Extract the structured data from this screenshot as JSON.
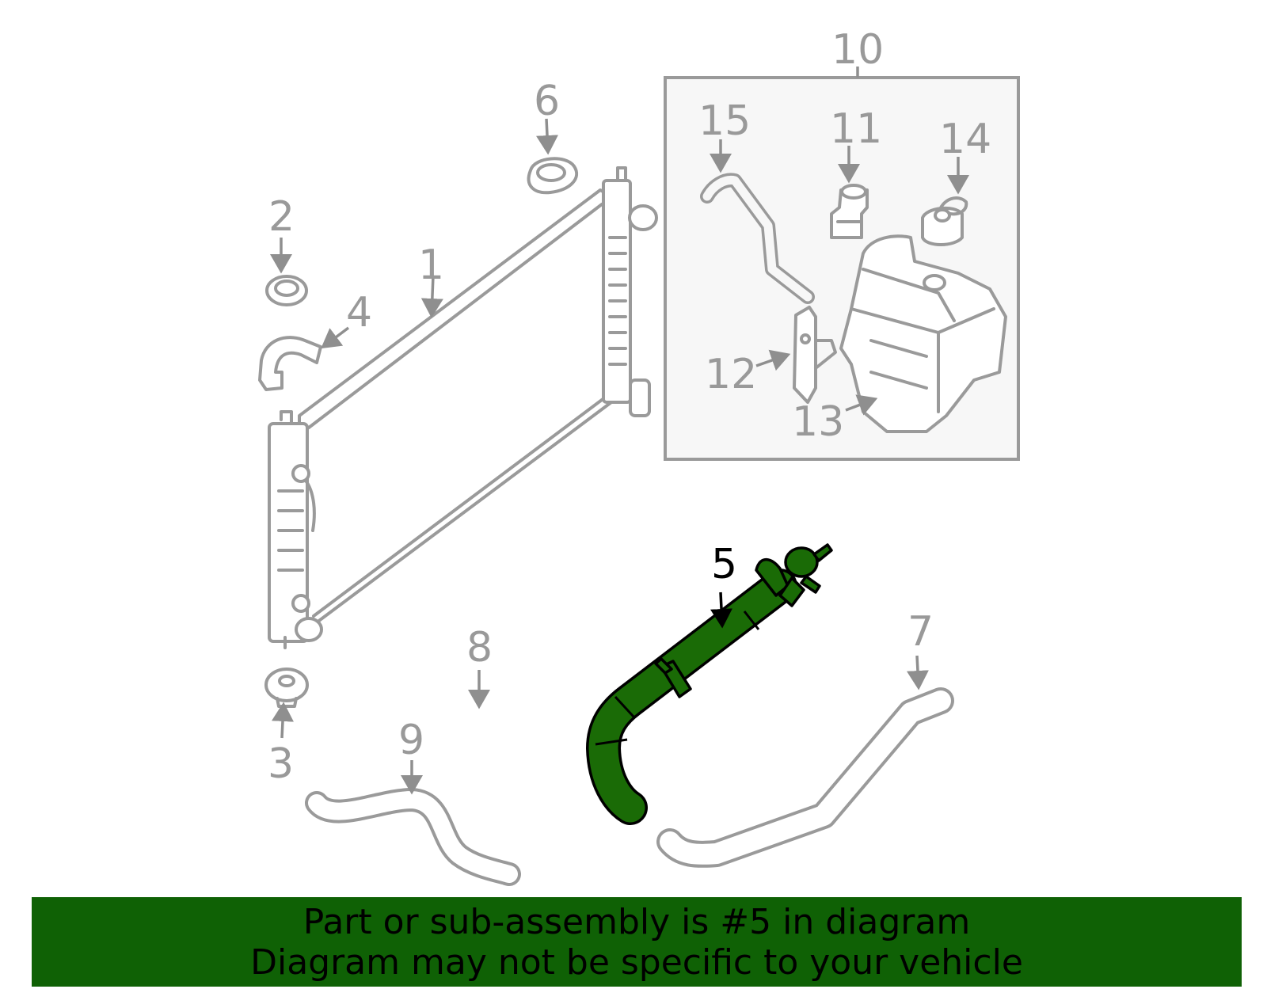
{
  "callouts": [
    {
      "id": "1",
      "label": "1",
      "highlighted": false
    },
    {
      "id": "2",
      "label": "2",
      "highlighted": false
    },
    {
      "id": "3",
      "label": "3",
      "highlighted": false
    },
    {
      "id": "4",
      "label": "4",
      "highlighted": false
    },
    {
      "id": "5",
      "label": "5",
      "highlighted": true
    },
    {
      "id": "6",
      "label": "6",
      "highlighted": false
    },
    {
      "id": "7",
      "label": "7",
      "highlighted": false
    },
    {
      "id": "8",
      "label": "8",
      "highlighted": false
    },
    {
      "id": "9",
      "label": "9",
      "highlighted": false
    },
    {
      "id": "10",
      "label": "10",
      "highlighted": false
    },
    {
      "id": "11",
      "label": "11",
      "highlighted": false
    },
    {
      "id": "12",
      "label": "12",
      "highlighted": false
    },
    {
      "id": "13",
      "label": "13",
      "highlighted": false
    },
    {
      "id": "14",
      "label": "14",
      "highlighted": false
    },
    {
      "id": "15",
      "label": "15",
      "highlighted": false
    }
  ],
  "banner": {
    "line1": "Part or sub-assembly is #5 in diagram",
    "line2": "Diagram may not be specific to your vehicle"
  },
  "colors": {
    "highlight_part": "#1a6b06",
    "banner_background": "#0f6105",
    "outline": "#9a9a9a",
    "inset_background": "#f7f7f7"
  }
}
